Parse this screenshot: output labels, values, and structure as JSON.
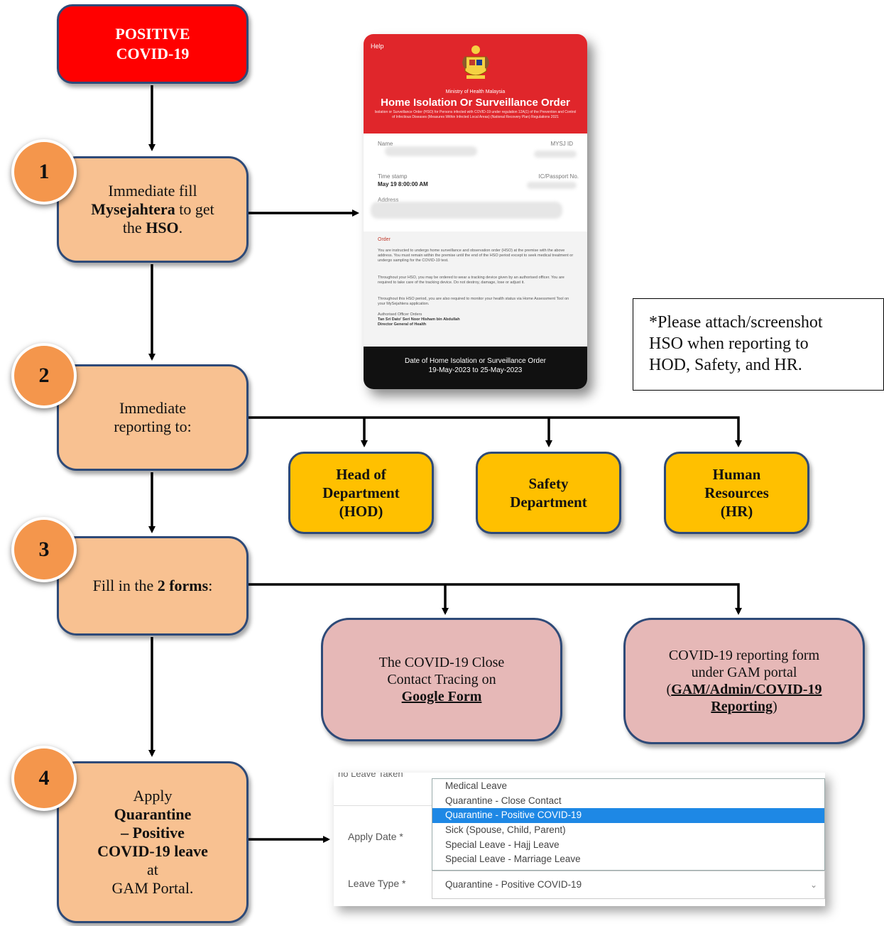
{
  "start": {
    "line1": "POSITIVE",
    "line2": "COVID-19"
  },
  "steps": [
    {
      "num": "1",
      "pre": "Immediate fill ",
      "b1": "Mysejahtera",
      "mid": " to get the ",
      "b2": "HSO",
      "post": "."
    },
    {
      "num": "2",
      "text": "Immediate reporting to:"
    },
    {
      "num": "3",
      "pre": "Fill in the ",
      "b1": "2 forms",
      "post": ":"
    },
    {
      "num": "4",
      "l1": "Apply",
      "b1": "Quarantine",
      "b2": "– Positive",
      "b3": "COVID-19 leave",
      "l2": "at",
      "l3": "GAM Portal."
    }
  ],
  "departments": [
    {
      "l1": "Head of",
      "l2": "Department",
      "l3": "(HOD)"
    },
    {
      "l1": "Safety",
      "l2": "Department"
    },
    {
      "l1": "Human",
      "l2": "Resources",
      "l3": "(HR)"
    }
  ],
  "forms": [
    {
      "l1": "The COVID-19 Close",
      "l2": "Contact Tracing on",
      "link": "Google Form"
    },
    {
      "l1": "COVID-19 reporting form",
      "l2": "under GAM portal",
      "open": "(",
      "link1": "GAM/Admin/COVID-19",
      "link2": "Reporting",
      "close": ")"
    }
  ],
  "note": {
    "l1": "*Please attach/screenshot",
    "l2": "HSO when reporting to",
    "l3": "HOD, Safety, and HR."
  },
  "hso": {
    "help": "Help",
    "ministry": "Ministry of Health Malaysia",
    "title": "Home Isolation Or Surveillance Order",
    "desc": "Isolation or Surveillance Order (HSO) for Persons infected with COVID-19 under regulation 12A(1) of the Prevention and Control of Infectious Diseases (Measures Within Infected Local Areas) (National Recovery Plan) Regulations 2021",
    "name_label": "Name",
    "mysj_label": "MYSJ ID",
    "time_label": "Time stamp",
    "time_value": "May 19 8:00:00 AM",
    "ic_label": "IC/Passport No.",
    "address_label": "Address",
    "order_title": "Order",
    "order_p1": "You are instructed to undergo home surveillance and observation order (HSO) at the premise with the above address. You must remain within the premise until the end of the HSO period except to seek medical treatment or undergo sampling for the COVID-19 test.",
    "order_p2": "Throughout your HSO, you may be ordered to wear a tracking device given by an authorised officer. You are required to take care of the tracking device. Do not destroy, damage, lose or adjust it.",
    "order_p3": "Throughout this HSO period, you are also required to monitor your health status via Home Assessment Tool on your MySejahtera application.",
    "officer_label": "Authorised Officer Orders",
    "officer_name": "Tan Sri Dato' Seri Noor Hisham bin Abdullah",
    "officer_title": "Director General of Health",
    "footer_title": "Date of Home Isolation or Surveillance Order",
    "footer_dates": "19-May-2023 to 25-May-2023"
  },
  "leave_form": {
    "cut_label": "no Leave Taken",
    "apply_date_label": "Apply Date *",
    "leave_type_label": "Leave Type *",
    "options": [
      "Medical Leave",
      "Quarantine - Close Contact",
      "Quarantine - Positive COVID-19",
      "Sick (Spouse, Child, Parent)",
      "Special Leave - Hajj Leave",
      "Special Leave - Marriage Leave"
    ],
    "selected": "Quarantine - Positive COVID-19"
  },
  "colors": {
    "start": "#ff0000",
    "step": "#f8c191",
    "dept": "#ffc000",
    "form": "#e6b8b7",
    "badge": "#f4964c",
    "border": "#2e4a78"
  }
}
